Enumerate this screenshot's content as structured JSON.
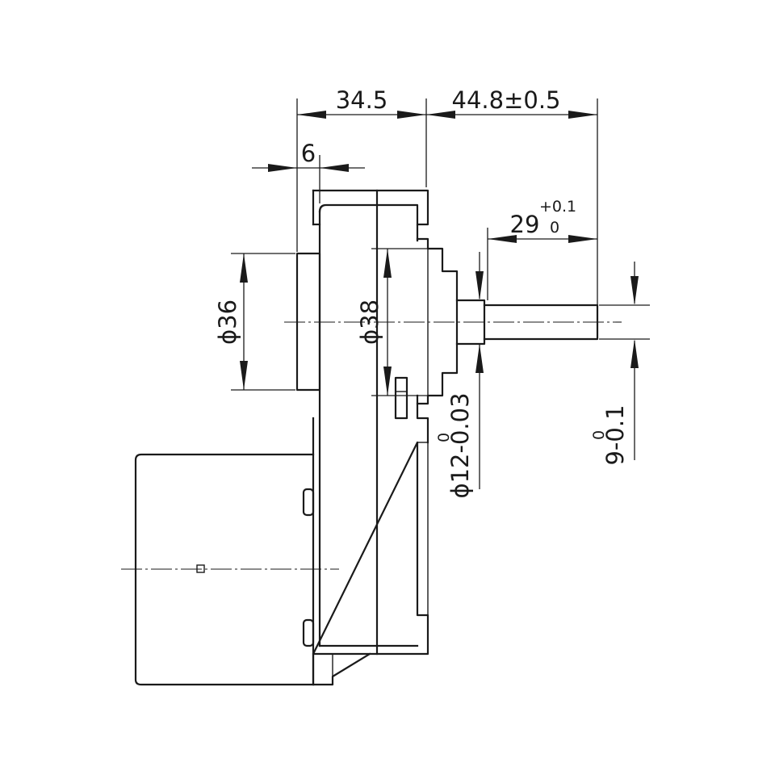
{
  "dimensions": {
    "overall_depth": "34.5",
    "shaft_length": "44.8±0.5",
    "flange_step": "6",
    "boss_diameter": "ϕ36",
    "hub_diameter": "ϕ38",
    "shaft_extension": {
      "value": "29",
      "upper_tol": "+0.1",
      "lower_tol": "0"
    },
    "shaft_diameter": {
      "value": "ϕ12-0.03",
      "upper_tol": "0"
    },
    "flat_width": {
      "value": "9-0.1",
      "upper_tol": "0"
    }
  },
  "colors": {
    "line": "#1a1a1a",
    "background": "#ffffff"
  }
}
